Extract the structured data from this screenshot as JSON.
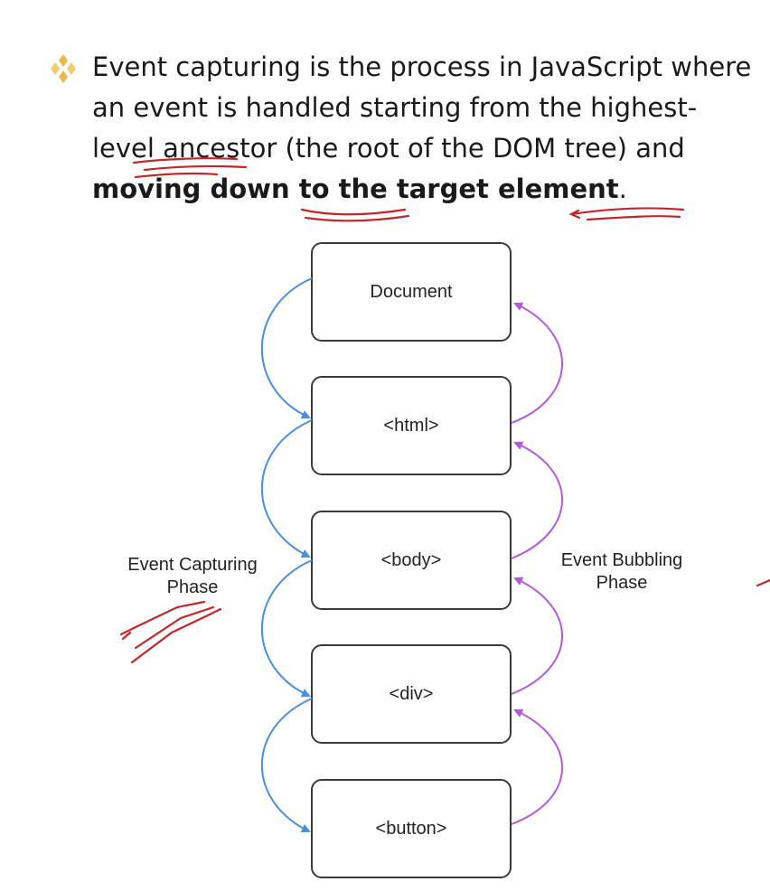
{
  "bullet": {
    "icon": "diamond-cluster-icon",
    "icon_color": "#e8b84a",
    "text_part1": "Event capturing is the process in JavaScript where an event is handled starting from the highest-level ancestor (the root of the DOM tree) and ",
    "text_bold": "moving down to the target element",
    "text_end": "."
  },
  "diagram": {
    "nodes": [
      "Document",
      "<html>",
      "<body>",
      "<div>",
      "<button>"
    ],
    "left_label_line1": "Event Capturing",
    "left_label_line2": "Phase",
    "right_label_line1": "Event Bubbling",
    "right_label_line2": "Phase",
    "capture_color": "#4a90d9",
    "bubble_color": "#b55ad6",
    "annotation_color": "#c0282d"
  }
}
